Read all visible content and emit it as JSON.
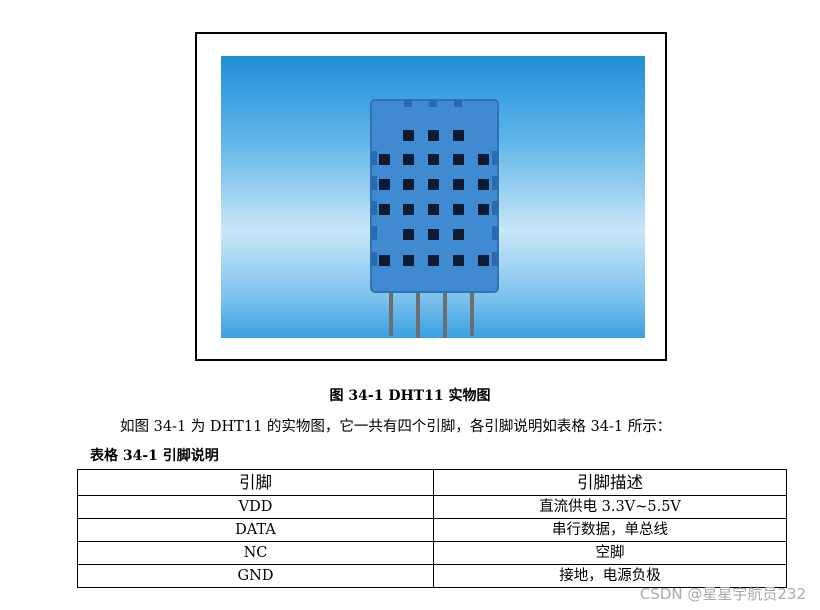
{
  "figure": {
    "caption": "图 34-1   DHT11 实物图"
  },
  "paragraph": "如图 34-1 为 DHT11 的实物图，它一共有四个引脚，各引脚说明如表格 34-1 所示：",
  "table": {
    "title": "表格 34-1   引脚说明",
    "headers": [
      "引脚",
      "引脚描述"
    ],
    "rows": [
      [
        "VDD",
        "直流供电 3.3V~5.5V"
      ],
      [
        "DATA",
        "串行数据，单总线"
      ],
      [
        "NC",
        "空脚"
      ],
      [
        "GND",
        "接地，电源负极"
      ]
    ]
  },
  "watermark": "CSDN @星星宇航员232",
  "colors": {
    "sensor_body": "#3f8ad0",
    "sensor_hole": "#0d1a33",
    "background_sky": "#9fd2f2"
  }
}
